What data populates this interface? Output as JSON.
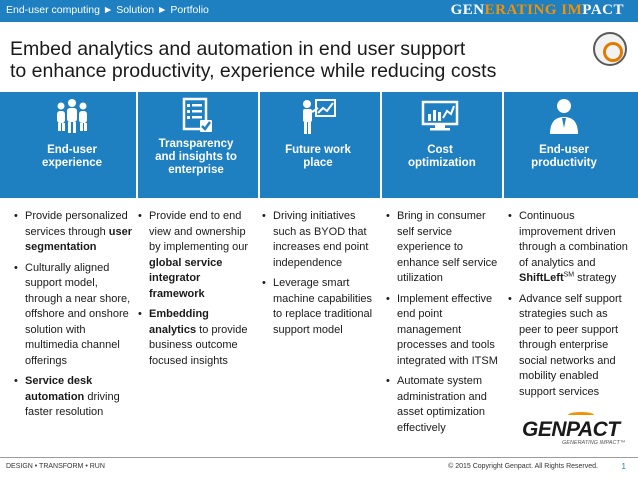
{
  "header": {
    "breadcrumb": "End-user computing ► Solution ► Portfolio",
    "brand_white": "GEN",
    "brand_orange": "ERATING IM",
    "brand_white_end": "PACT"
  },
  "slide_title": {
    "line1": "Embed analytics and automation in end user support",
    "line2": "to enhance productivity, experience while reducing costs"
  },
  "columns": [
    {
      "label": "End-user experience",
      "icon": "group-people-icon",
      "bullets": [
        [
          "Provide personalized services through ",
          {
            "b": "user segmentation"
          }
        ],
        [
          "Culturally aligned support model, through a near shore, offshore and onshore solution with multimedia channel offerings"
        ],
        [
          {
            "b": "Service desk automation"
          },
          " driving faster resolution"
        ]
      ]
    },
    {
      "label": "Transparency and insights to enterprise",
      "icon": "checklist-icon",
      "bullets": [
        [
          "Provide end to end view and ownership by implementing our ",
          {
            "b": "global service integrator framework"
          }
        ],
        [
          {
            "b": "Embedding analytics"
          },
          " to provide business outcome focused insights"
        ]
      ]
    },
    {
      "label": "Future work place",
      "icon": "presenter-chart-icon",
      "bullets": [
        [
          "Driving initiatives such as BYOD that increases end point independence"
        ],
        [
          "Leverage smart machine capabilities to replace traditional support model"
        ]
      ]
    },
    {
      "label": "Cost optimization",
      "icon": "monitor-analytics-icon",
      "bullets": [
        [
          "Bring in consumer self service experience to enhance self service utilization"
        ],
        [
          "Implement effective end point management processes and tools integrated with ITSM"
        ],
        [
          "Automate system administration and asset optimization effectively"
        ]
      ]
    },
    {
      "label": "End-user productivity",
      "icon": "business-person-icon",
      "bullets": [
        [
          "Continuous improvement driven through a combination of analytics and ",
          {
            "b": "ShiftLeft"
          },
          {
            "sup": "SM"
          },
          " strategy"
        ],
        [
          "Advance self support strategies such as peer to peer support through enterprise social networks and mobility enabled support services"
        ]
      ]
    }
  ],
  "logo": {
    "name": "GENPACT",
    "tagline": "GENERATING IMPACT™"
  },
  "footer": {
    "left": "DESIGN • TRANSFORM • RUN",
    "right": "© 2015 Copyright Genpact. All Rights Reserved.",
    "page": "1"
  },
  "colors": {
    "primary_blue": "#1e7fc1",
    "brand_orange": "#f39200"
  }
}
